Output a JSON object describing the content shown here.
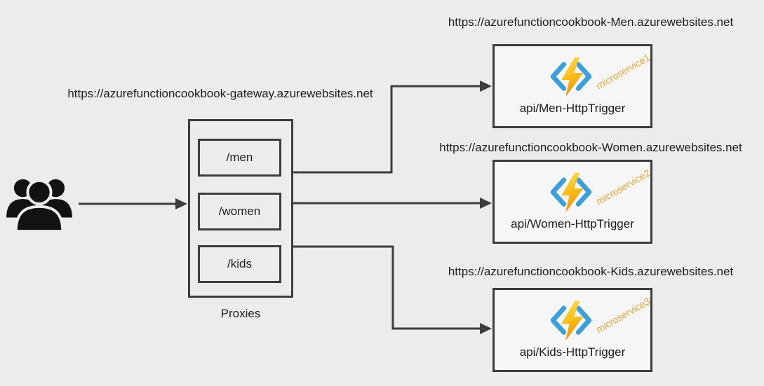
{
  "diagram": {
    "title": "Azure Functions proxies routing diagram",
    "users_icon": "users-group",
    "gateway": {
      "url": "https://azurefunctioncookbook-gateway.azurewebsites.net",
      "label": "Proxies",
      "routes": [
        "/men",
        "/women",
        "/kids"
      ]
    },
    "services": [
      {
        "url": "https://azurefunctioncookbook-Men.azurewebsites.net",
        "api": "api/Men-HttpTrigger",
        "tag": "microservice1",
        "icon": "azure-functions-icon"
      },
      {
        "url": "https://azurefunctioncookbook-Women.azurewebsites.net",
        "api": "api/Women-HttpTrigger",
        "tag": "microservice2",
        "icon": "azure-functions-icon"
      },
      {
        "url": "https://azurefunctioncookbook-Kids.azurewebsites.net",
        "api": "api/Kids-HttpTrigger",
        "tag": "microservice3",
        "icon": "azure-functions-icon"
      }
    ],
    "colors": {
      "background": "#ececec",
      "line": "#3d3d3d",
      "box_fill": "#f6f6f6",
      "tag_orange": "#efa63f",
      "bracket_blue": "#3c9fd9",
      "bolt_yellow": "#ffd93b",
      "bolt_orange": "#f29100",
      "text": "#1e1e1e"
    }
  }
}
